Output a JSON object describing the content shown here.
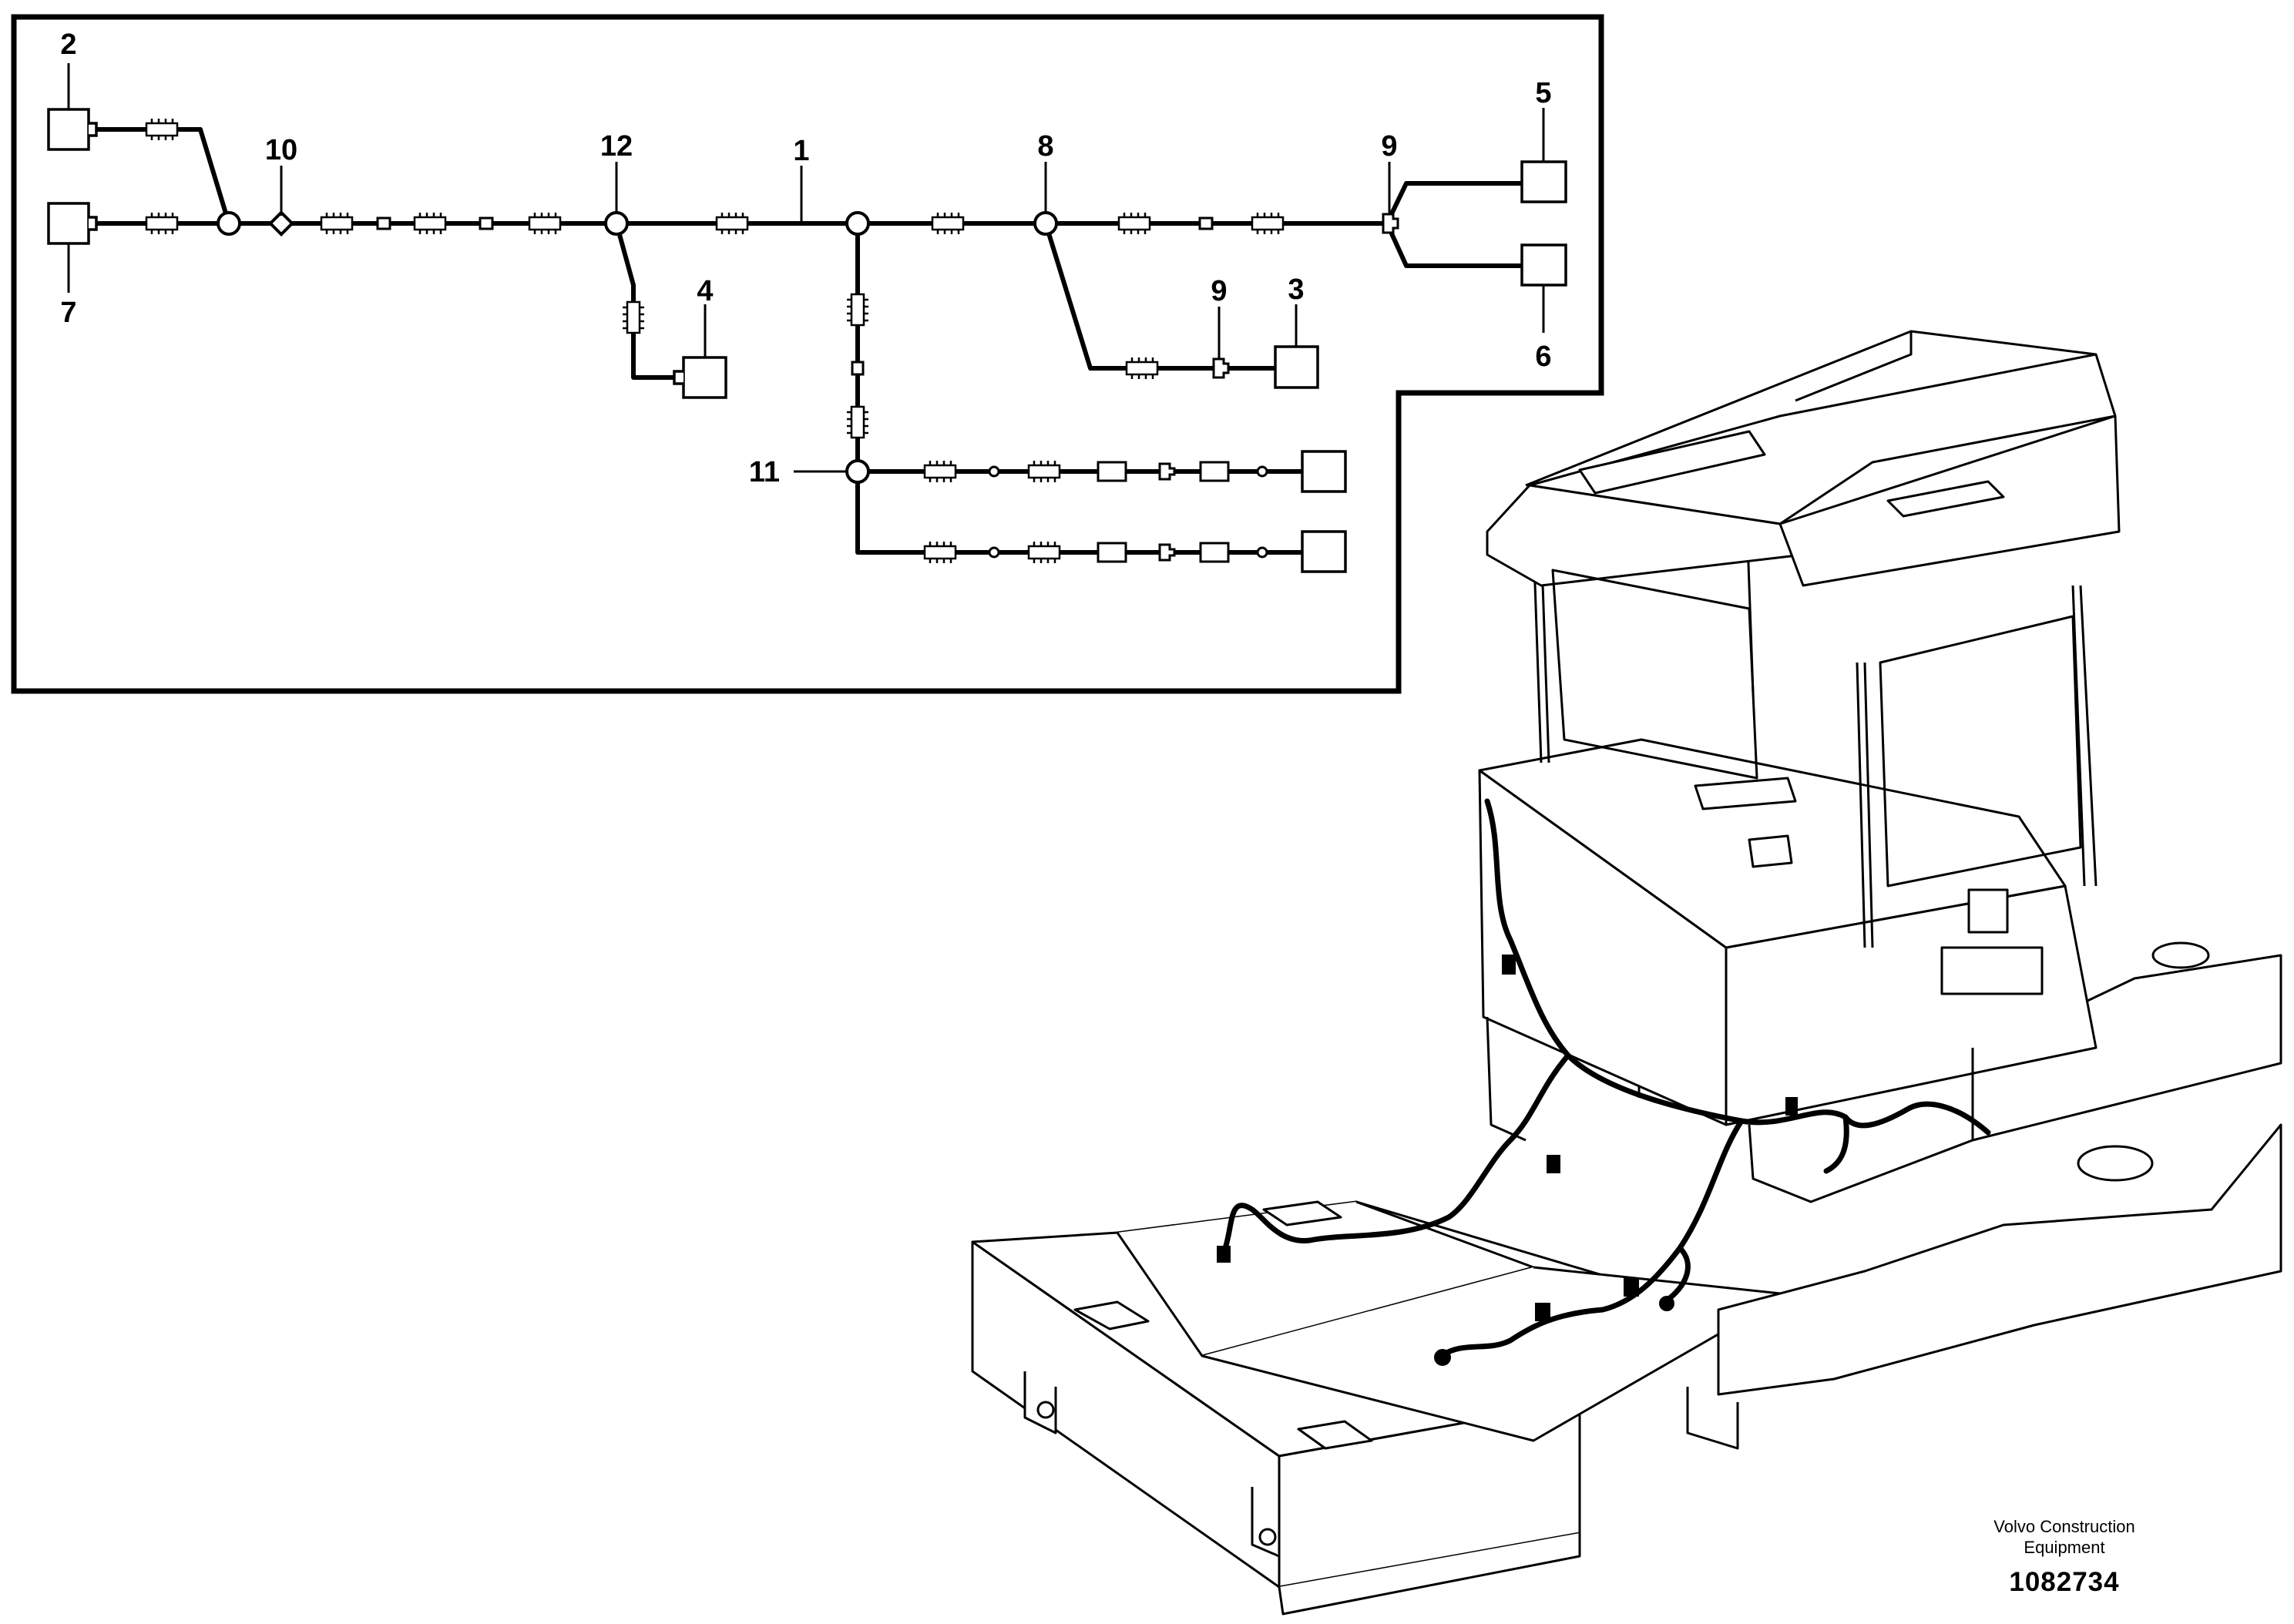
{
  "callouts": {
    "c1": "1",
    "c2": "2",
    "c3": "3",
    "c4": "4",
    "c5": "5",
    "c6": "6",
    "c7": "7",
    "c8": "8",
    "c9a": "9",
    "c9b": "9",
    "c10": "10",
    "c11": "11",
    "c12": "12",
    "c1_machine": "1"
  },
  "brand": {
    "name_line1": "Volvo Construction",
    "name_line2": "Equipment",
    "drawing_number": "1082734"
  }
}
